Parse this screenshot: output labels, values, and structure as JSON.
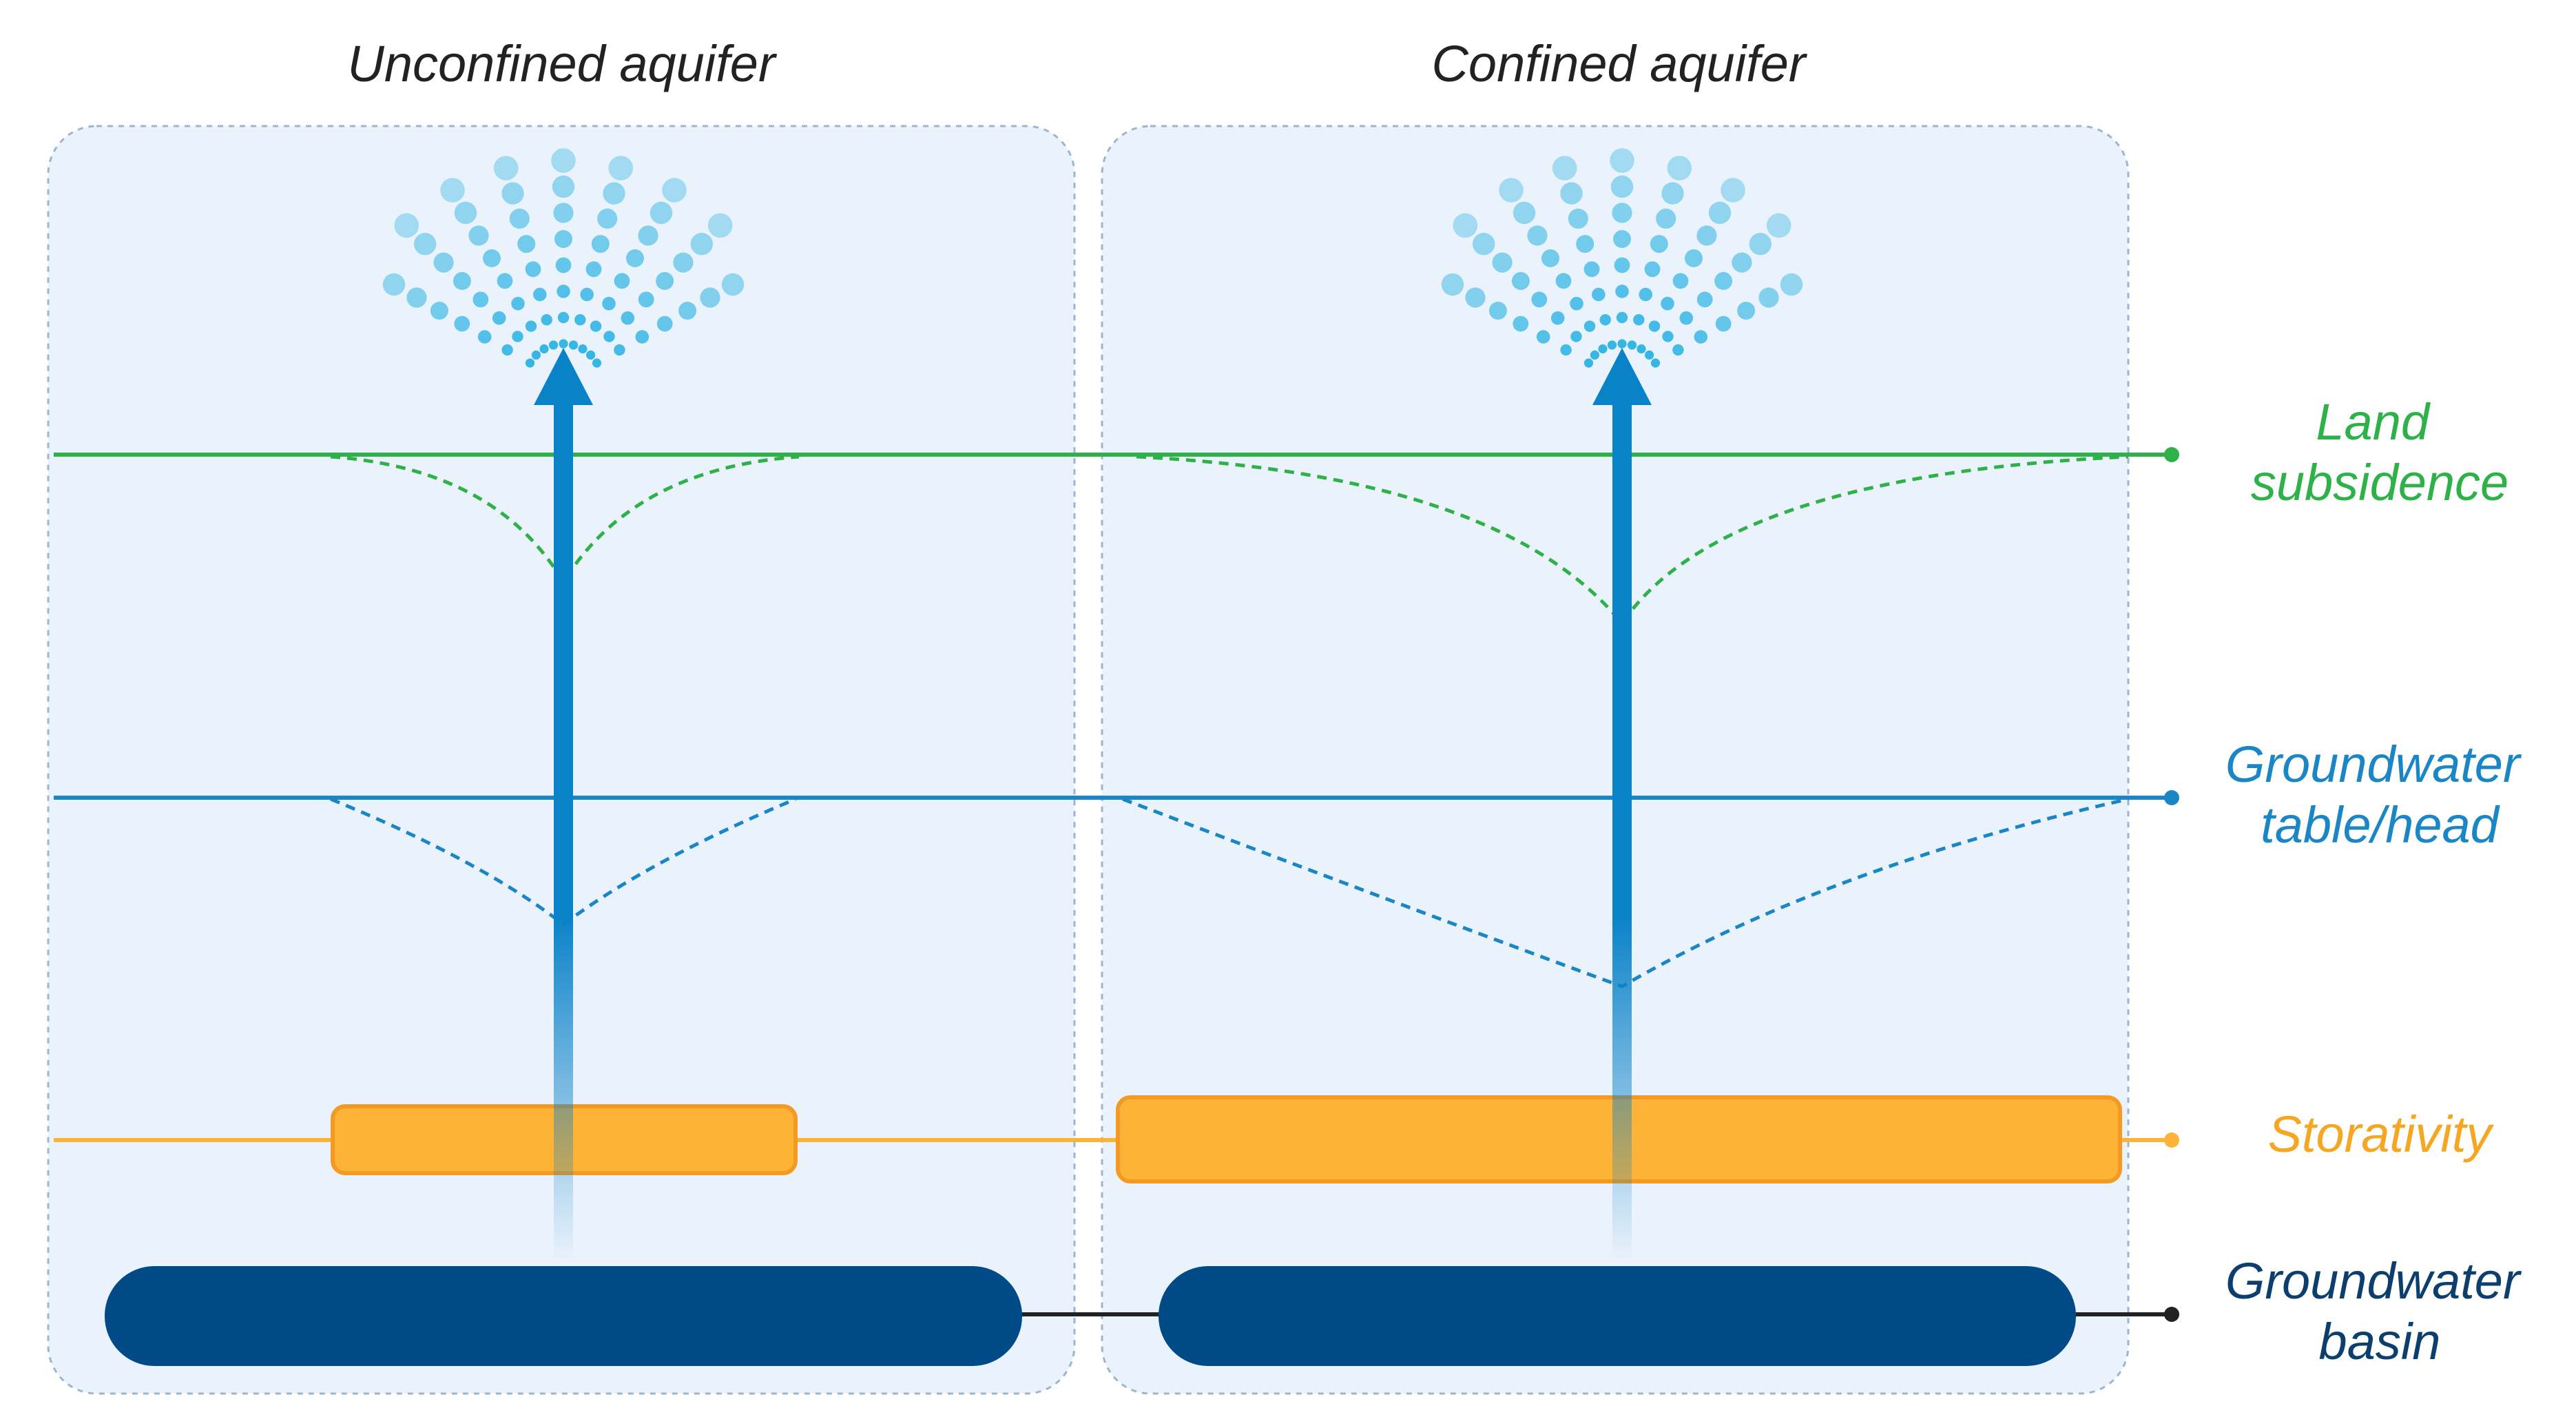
{
  "panels": [
    {
      "title": "Unconfined aquifer"
    },
    {
      "title": "Confined aquifer"
    }
  ],
  "labels": {
    "land_subsidence": [
      "Land",
      "subsidence"
    ],
    "groundwater_head": [
      "Groundwater",
      "table/head"
    ],
    "storativity": [
      "Storativity"
    ],
    "groundwater_basin": [
      "Groundwater",
      "basin"
    ]
  },
  "colors": {
    "panel_fill": "#eaf2fb",
    "panel_border": "#9db6cf",
    "land_subsidence": "#2fb14a",
    "groundwater_head": "#1a86c6",
    "storativity_fill": "#fdb238",
    "storativity_stroke": "#f29a22",
    "storativity_text": "#f5a623",
    "basin": "#004b87",
    "basin_label": "#0d3f6e",
    "arrow": "#0a82c8",
    "spray": "#35b6e4",
    "connector": "#222222"
  },
  "icons": {
    "well_arrow": "arrow-up-icon",
    "spray": "water-spray-icon"
  }
}
